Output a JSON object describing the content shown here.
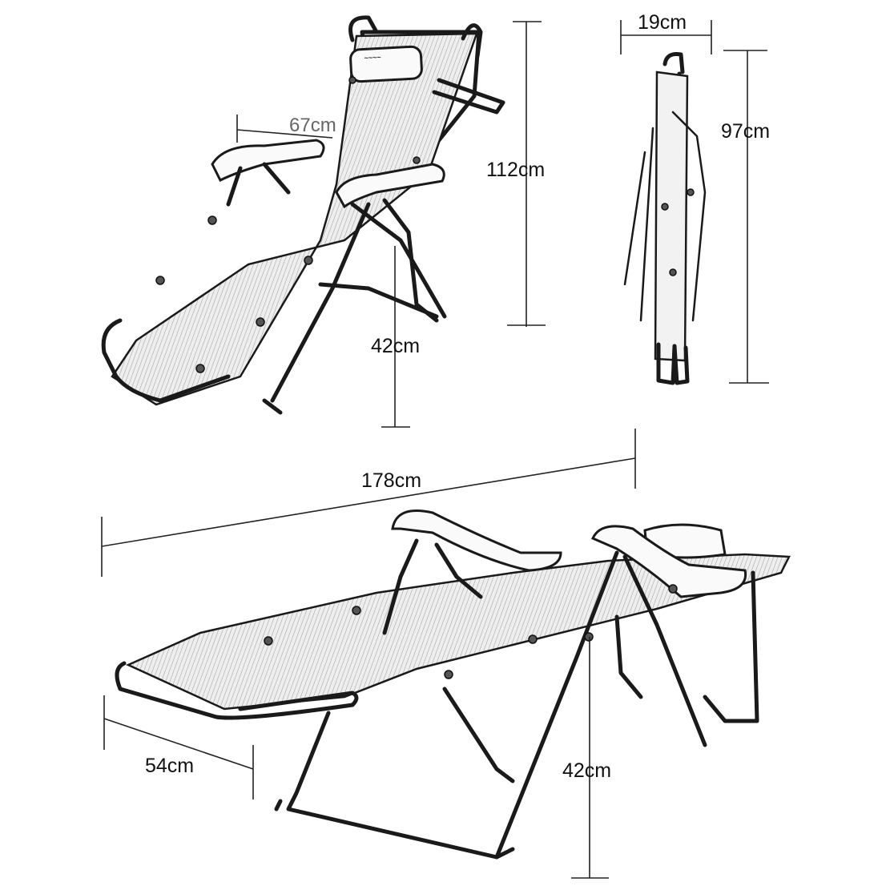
{
  "labels": {
    "width_top": "67cm",
    "height_top": "112cm",
    "seat_height_top": "42cm",
    "folded_thickness": "19cm",
    "folded_height": "97cm",
    "length": "178cm",
    "width_bottom": "54cm",
    "seat_height_bottom": "42cm"
  },
  "colors": {
    "line": "#1a1a1a",
    "fabric": "#f2f2f2",
    "background": "#ffffff"
  }
}
